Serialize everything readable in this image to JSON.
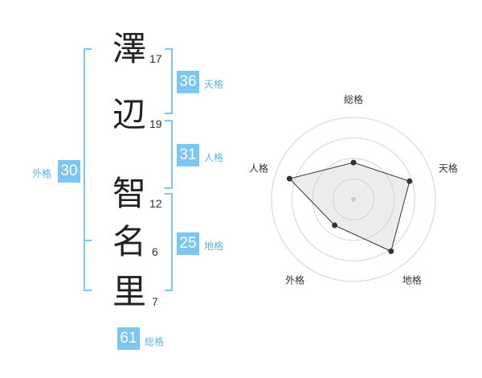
{
  "name_chars": [
    {
      "char": "澤",
      "strokes": "17"
    },
    {
      "char": "辺",
      "strokes": "19"
    },
    {
      "char": "智",
      "strokes": "12"
    },
    {
      "char": "名",
      "strokes": "6"
    },
    {
      "char": "里",
      "strokes": "7"
    }
  ],
  "fortunes": {
    "tenkaku": {
      "value": "36",
      "label": "天格"
    },
    "jinkaku": {
      "value": "31",
      "label": "人格"
    },
    "chikaku": {
      "value": "25",
      "label": "地格"
    },
    "gaikaku": {
      "value": "30",
      "label": "外格"
    },
    "soukaku": {
      "value": "61",
      "label": "総格"
    }
  },
  "colors": {
    "accent": "#7cc6f2",
    "accent_text": "#5ab4ea"
  },
  "chart_data": {
    "type": "radar",
    "axes": [
      "総格",
      "天格",
      "地格",
      "外格",
      "人格"
    ],
    "values": [
      0.45,
      0.72,
      0.78,
      0.39,
      0.82
    ],
    "rings": 4
  }
}
